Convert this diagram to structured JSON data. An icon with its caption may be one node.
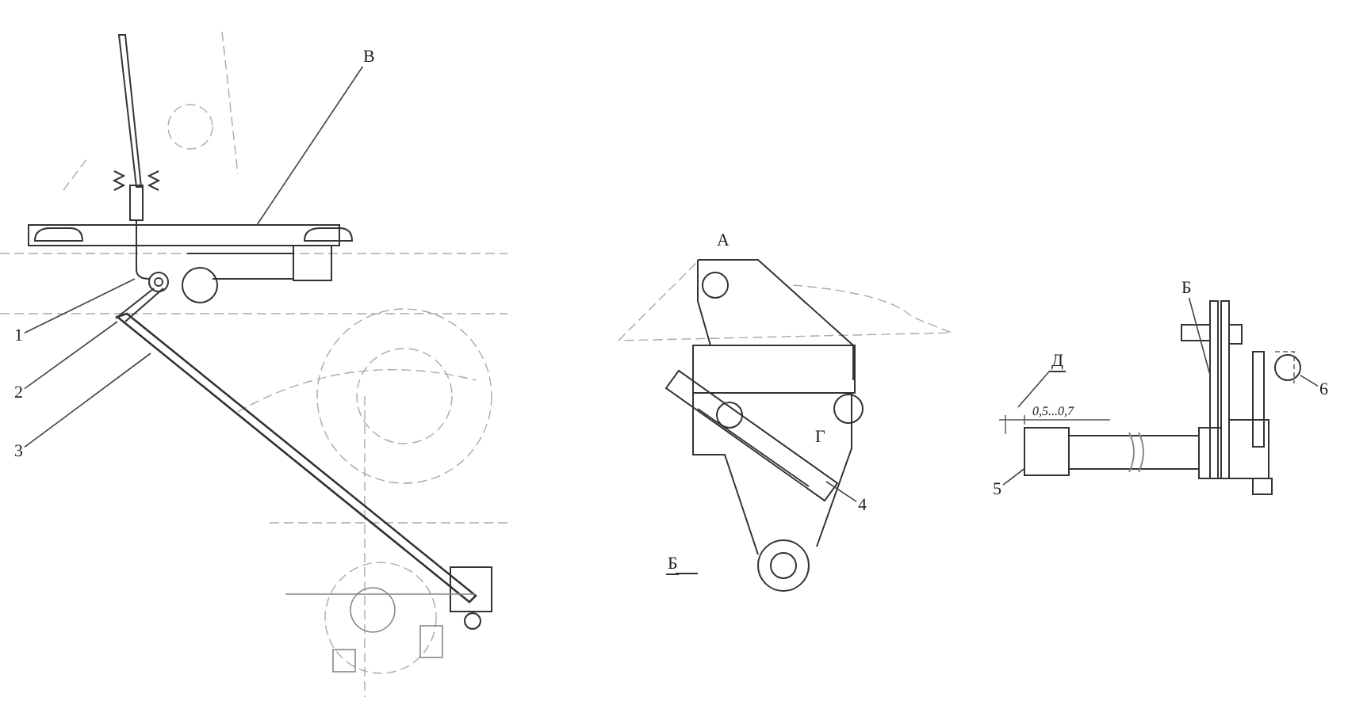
{
  "diagram": {
    "nodes": [
      {
        "text": [
          "В"
        ]
      },
      {
        "text": [
          "1"
        ]
      },
      {
        "text": [
          "2"
        ]
      },
      {
        "text": [
          "3"
        ]
      },
      {
        "text": [
          "4"
        ]
      },
      {
        "text": [
          "Б"
        ]
      },
      {
        "text": [
          "Д"
        ]
      },
      {
        "text": [
          "6"
        ]
      },
      {
        "text": [
          "5"
        ]
      },
      {
        "text": [],
        "shape": "box"
      },
      {
        "text": [],
        "shape": "circle"
      },
      {
        "text": [],
        "shape": "box"
      }
    ],
    "edges": [
      {
        "from": 0,
        "to": null,
        "arrow": "none"
      },
      {
        "from": 1,
        "to": null,
        "arrow": "none"
      },
      {
        "from": 2,
        "to": null,
        "arrow": "none"
      },
      {
        "from": 3,
        "to": null,
        "arrow": "none"
      },
      {
        "from": 4,
        "to": null,
        "arrow": "none"
      },
      {
        "from": 5,
        "to": 9,
        "arrow": "none"
      },
      {
        "from": 6,
        "to": null,
        "arrow": "none"
      },
      {
        "from": 7,
        "to": 10,
        "arrow": "none"
      },
      {
        "from": 8,
        "to": 11,
        "arrow": "none"
      }
    ],
    "labels": [
      "А",
      "Г",
      "Б",
      "0,5...0,7"
    ]
  }
}
